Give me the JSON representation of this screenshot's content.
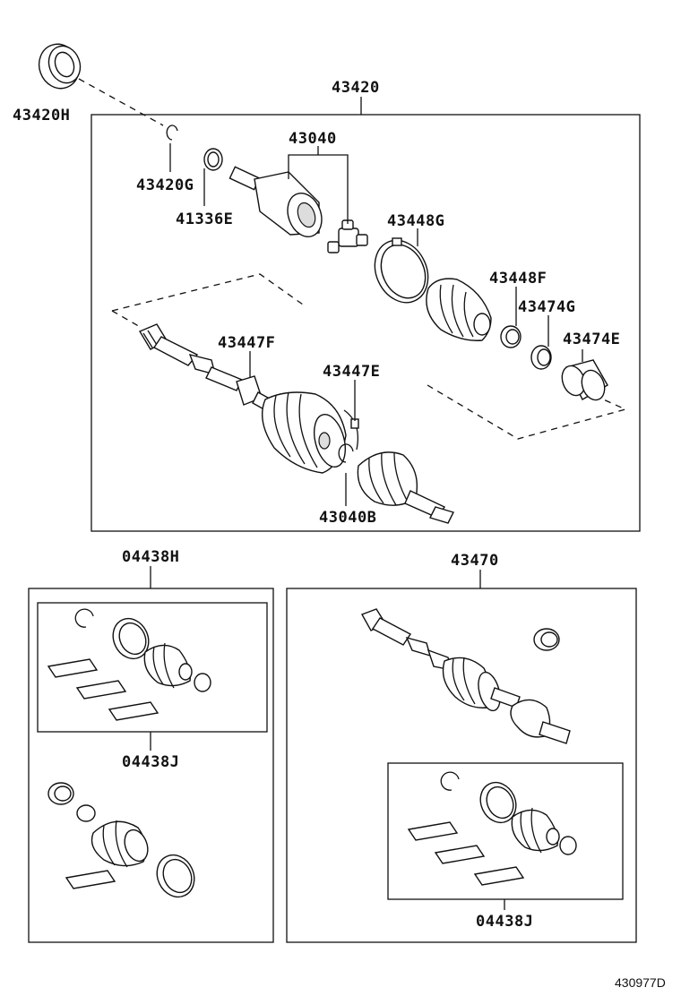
{
  "labels": {
    "assy_43420": "43420",
    "seal_43420h": "43420H",
    "clip_43420g": "43420G",
    "dust_41336e": "41336E",
    "joint_43040": "43040",
    "clamp_43448g": "43448G",
    "clamp_43448f": "43448F",
    "boot_43447f": "43447F",
    "boot_43447e": "43447E",
    "ring_43040b": "43040B",
    "clamp_43474g": "43474G",
    "damper_43474e": "43474E",
    "kit_04438h": "04438H",
    "kit_04438j_left": "04438J",
    "assy_43470": "43470",
    "kit_04438j_right": "04438J"
  },
  "diagram_ref": "430977D"
}
